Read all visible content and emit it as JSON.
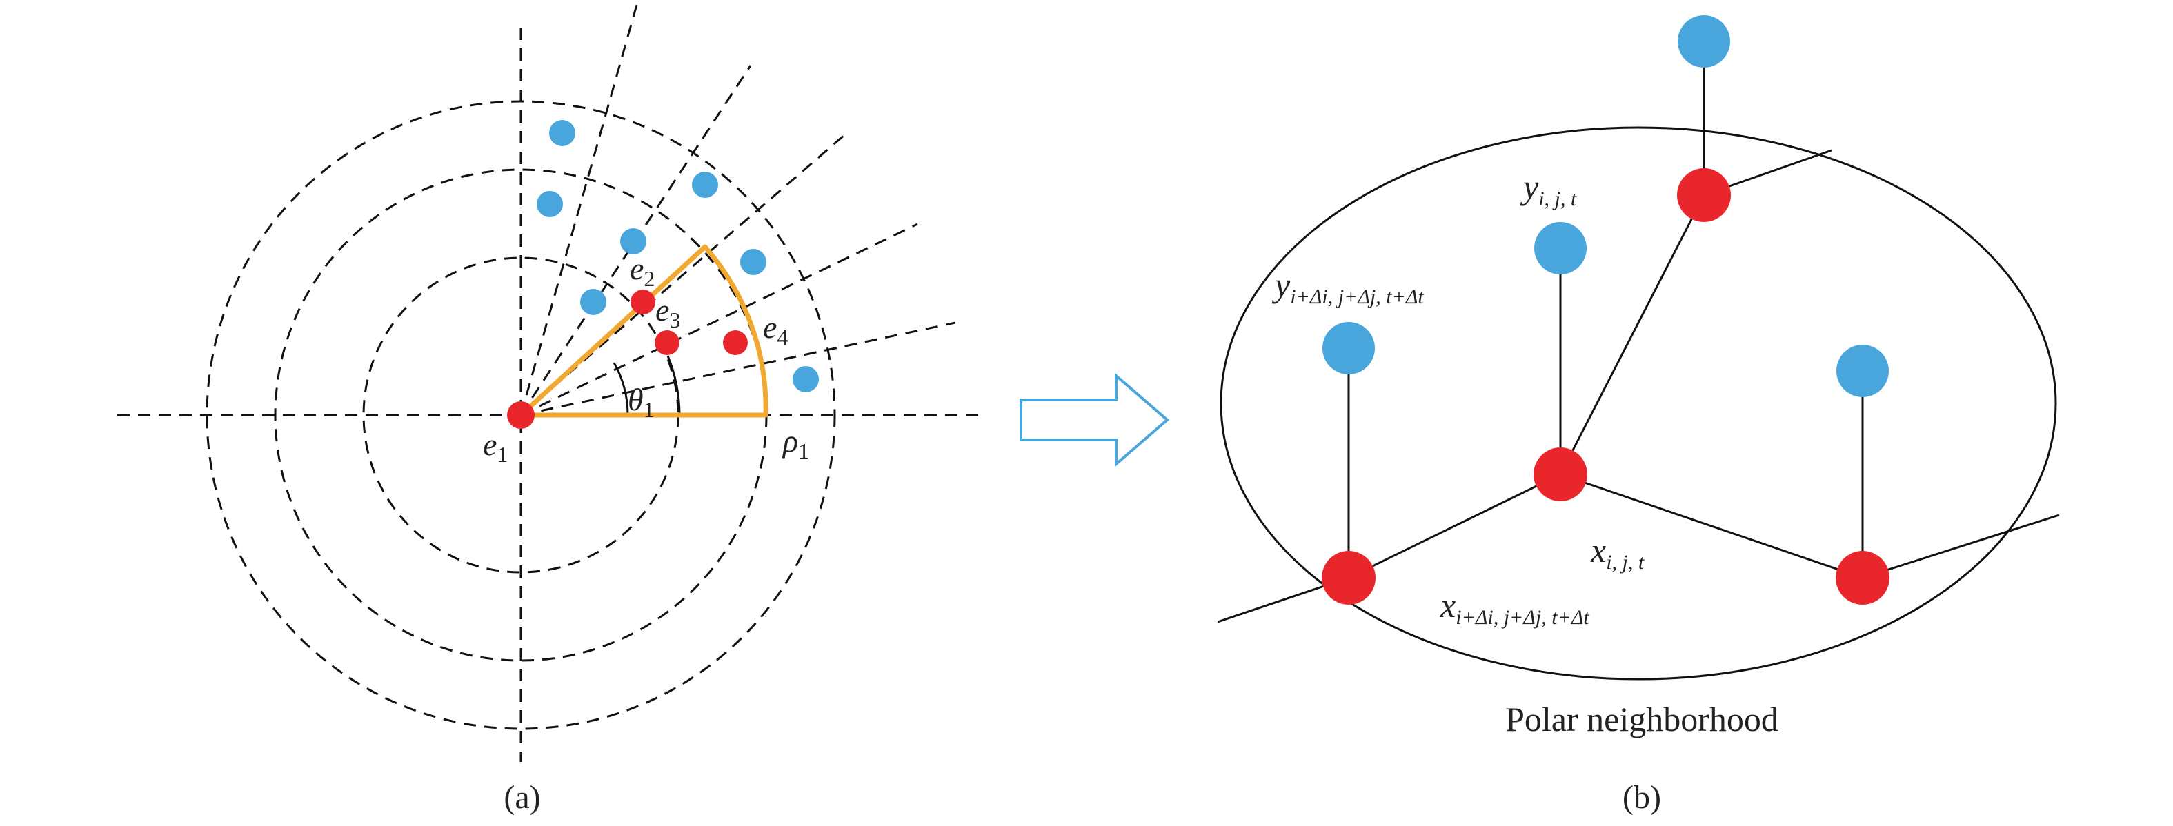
{
  "colors": {
    "stroke": "#111111",
    "highlight": "#F0A830",
    "red_node": "#E8262B",
    "blue_node": "#48A6DC",
    "arrow": "#48A6DC"
  },
  "panel_a": {
    "caption": "(a)",
    "labels": {
      "e1": {
        "base": "e",
        "sub": "1"
      },
      "e2": {
        "base": "e",
        "sub": "2"
      },
      "e3": {
        "base": "e",
        "sub": "3"
      },
      "e4": {
        "base": "e",
        "sub": "4"
      },
      "theta1": {
        "base": "θ",
        "sub": "1"
      },
      "rho1": {
        "base": "ρ",
        "sub": "1"
      }
    }
  },
  "panel_b": {
    "caption": "(b)",
    "title": "Polar neighborhood",
    "labels": {
      "y_ijt": {
        "base": "y",
        "sub": "i, j, t"
      },
      "y_neighbor": {
        "base": "y",
        "sub": "i+Δi, j+Δj, t+Δt"
      },
      "x_ijt": {
        "base": "x",
        "sub": "i, j, t"
      },
      "x_neighbor": {
        "base": "x",
        "sub": "i+Δi, j+Δj, t+Δt"
      }
    }
  },
  "icons": {
    "transition_arrow": "arrow-right-outline-icon"
  }
}
